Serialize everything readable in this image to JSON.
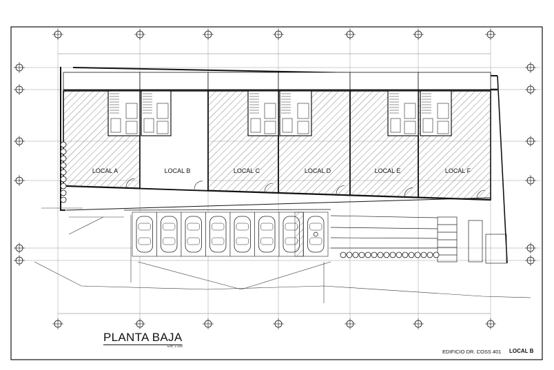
{
  "sheet": {
    "title": "PLANTA BAJA",
    "scale": "Esc 1:100",
    "building": "EDIFICIO DR. COSS 401",
    "project_label": "LOCAL B"
  },
  "locales": [
    {
      "id": "A",
      "label": "LOCAL A",
      "hatched": true
    },
    {
      "id": "B",
      "label": "LOCAL B",
      "hatched": false
    },
    {
      "id": "C",
      "label": "LOCAL C",
      "hatched": true
    },
    {
      "id": "D",
      "label": "LOCAL D",
      "hatched": true
    },
    {
      "id": "E",
      "label": "LOCAL E",
      "hatched": true
    },
    {
      "id": "F",
      "label": "LOCAL F",
      "hatched": true
    }
  ],
  "parking": {
    "stalls": 8,
    "accessible_stall": 8
  },
  "colors": {
    "ink": "#111111",
    "hatch": "#555555",
    "paper": "#ffffff"
  }
}
